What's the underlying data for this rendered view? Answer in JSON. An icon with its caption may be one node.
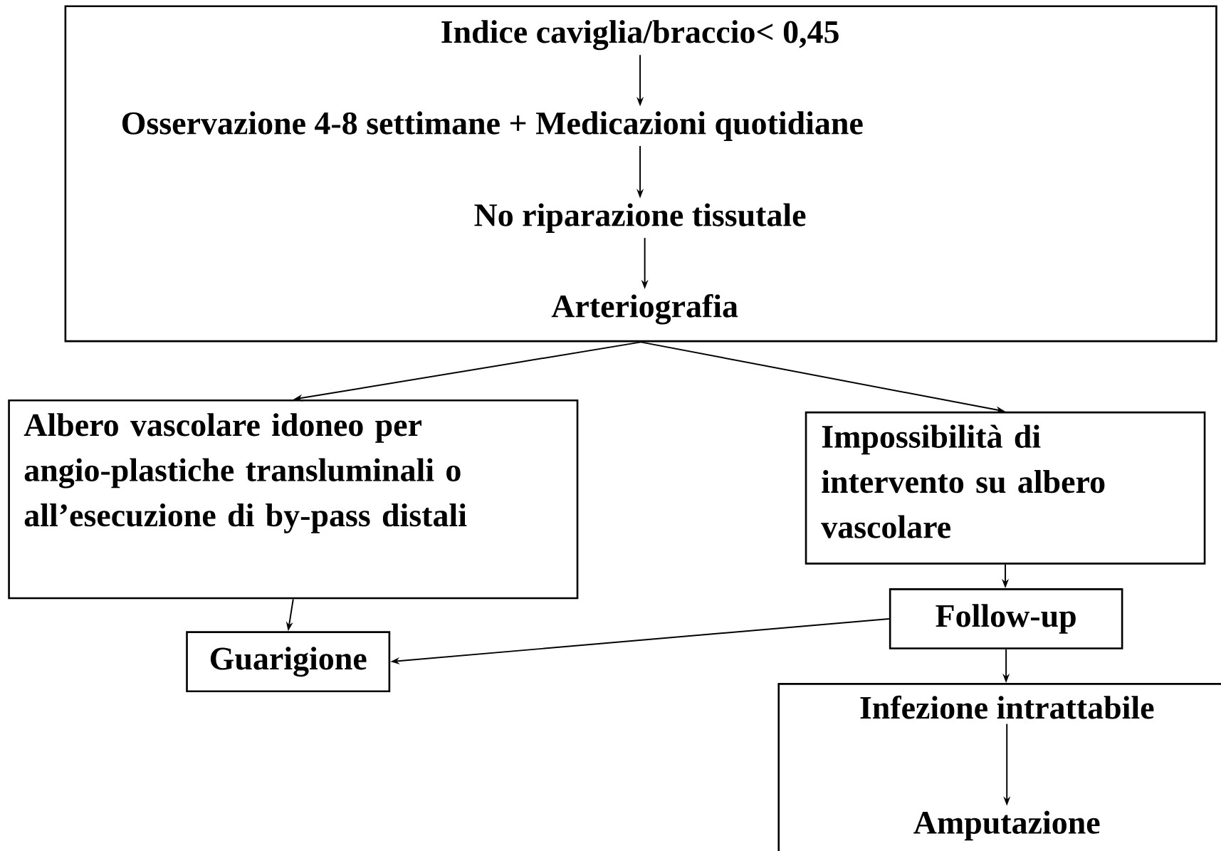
{
  "diagram": {
    "nodes": [
      {
        "text": [],
        "shape": "box"
      },
      {
        "text": [
          "Indice caviglia/braccio< 0,45"
        ],
        "in": 0
      },
      {
        "text": [
          "Osservazione 4-8 settimane + Medicazioni quotidiane"
        ],
        "in": 0
      },
      {
        "text": [
          "No riparazione tissutale"
        ],
        "in": 0
      },
      {
        "text": [
          "Arteriografia"
        ],
        "in": 0
      },
      {
        "text": [
          "Albero vascolare idoneo per angio-plastiche transluminali o all’esecuzione di by-pass distali"
        ]
      },
      {
        "text": [
          "Impossibilità di intervento su albero vascolare"
        ]
      },
      {
        "text": [
          "Guarigione"
        ]
      },
      {
        "text": [
          "Follow-up"
        ]
      },
      {
        "text": [],
        "shape": "box"
      },
      {
        "text": [
          "Infezione intrattabile"
        ],
        "in": 9
      },
      {
        "text": [
          "Amputazione"
        ],
        "in": 9
      }
    ],
    "edges": [
      {
        "from": 1,
        "to": 2,
        "arrow": "to"
      },
      {
        "from": 2,
        "to": 3,
        "arrow": "to"
      },
      {
        "from": 3,
        "to": 4,
        "arrow": "to"
      },
      {
        "from": 0,
        "to": 5,
        "arrow": "to"
      },
      {
        "from": 0,
        "to": 6,
        "arrow": "to"
      },
      {
        "from": 5,
        "to": 7,
        "arrow": "to"
      },
      {
        "from": 6,
        "to": 8,
        "arrow": "to"
      },
      {
        "from": 8,
        "to": 7,
        "arrow": "to"
      },
      {
        "from": 8,
        "to": 9,
        "arrow": "to"
      },
      {
        "from": 10,
        "to": 11,
        "arrow": "to"
      }
    ]
  }
}
